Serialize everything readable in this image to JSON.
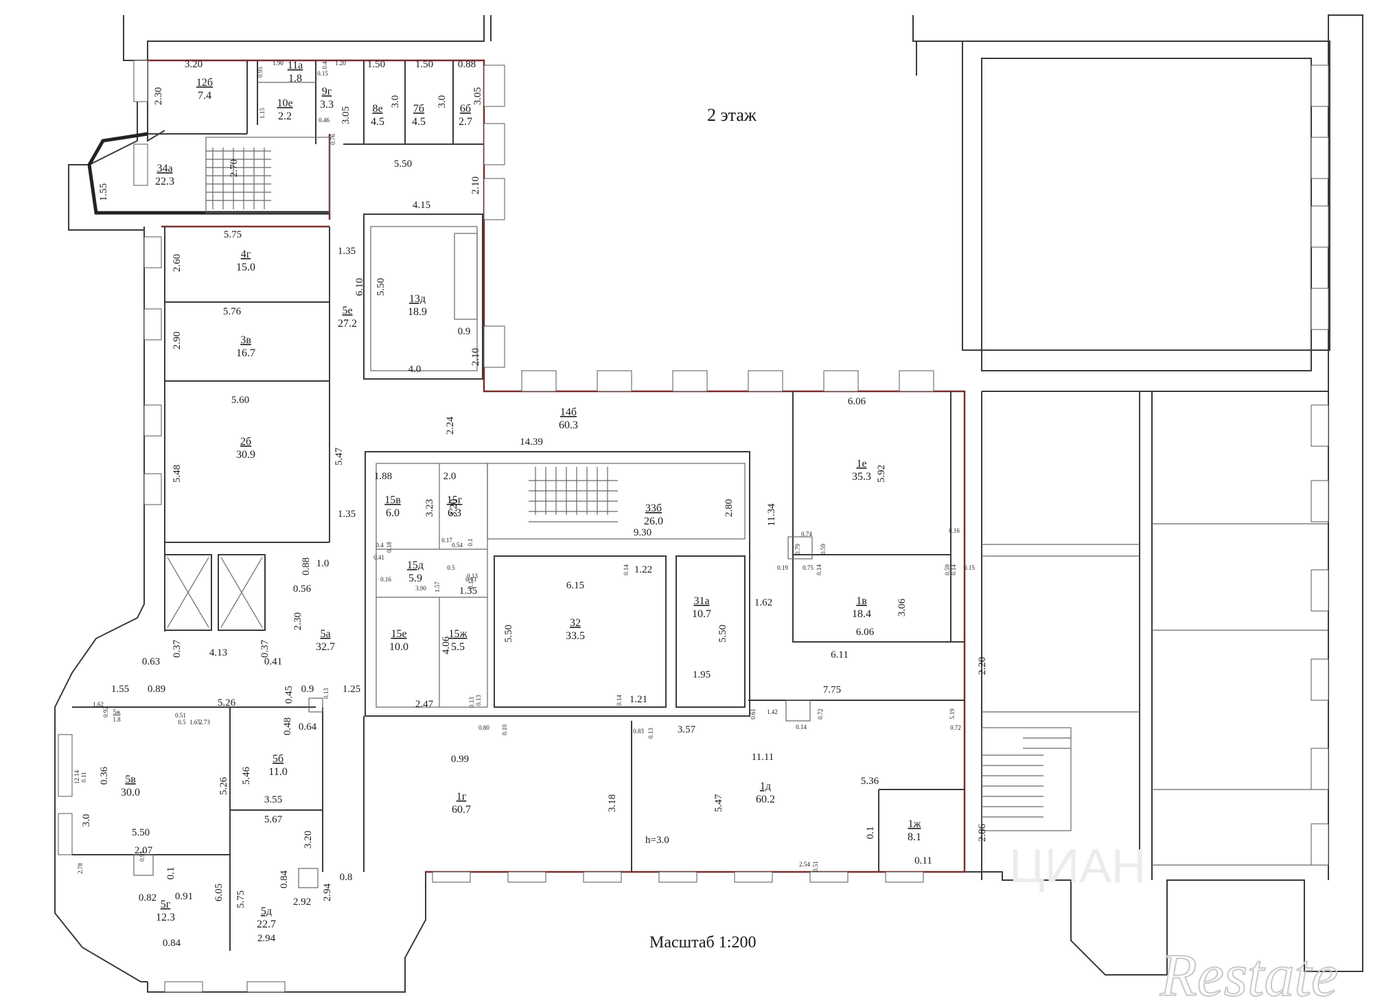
{
  "floor_label": "2 этаж",
  "scale_label": "Масштаб 1:200",
  "height_note": "h=3.0",
  "logo_text": "Restate",
  "watermark_text": "ЦИАН",
  "colors": {
    "wall": "#3a3a3a",
    "unit_outline": "#7a2e2e",
    "background": "#ffffff"
  },
  "rooms": [
    {
      "id": "12б",
      "area": "7.4"
    },
    {
      "id": "11а",
      "area": "1.8"
    },
    {
      "id": "10е",
      "area": "2.2"
    },
    {
      "id": "9г",
      "area": "3.3"
    },
    {
      "id": "8е",
      "area": "4.5"
    },
    {
      "id": "7б",
      "area": "4.5"
    },
    {
      "id": "6б",
      "area": "2.7"
    },
    {
      "id": "34а",
      "area": "22.3"
    },
    {
      "id": "4г",
      "area": "15.0"
    },
    {
      "id": "3в",
      "area": "16.7"
    },
    {
      "id": "2б",
      "area": "30.9"
    },
    {
      "id": "5е",
      "area": "27.2"
    },
    {
      "id": "13д",
      "area": "18.9"
    },
    {
      "id": "14б",
      "area": "60.3"
    },
    {
      "id": "1е",
      "area": "35.3"
    },
    {
      "id": "1в",
      "area": "18.4"
    },
    {
      "id": "15в",
      "area": "6.0"
    },
    {
      "id": "15г",
      "area": "6.3"
    },
    {
      "id": "33б",
      "area": "26.0"
    },
    {
      "id": "15д",
      "area": "5.9"
    },
    {
      "id": "32",
      "area": "33.5"
    },
    {
      "id": "31а",
      "area": "10.7"
    },
    {
      "id": "15е",
      "area": "10.0"
    },
    {
      "id": "15ж",
      "area": "5.5"
    },
    {
      "id": "5а",
      "area": "32.7"
    },
    {
      "id": "5ж",
      "area": "1.8"
    },
    {
      "id": "5в",
      "area": "30.0"
    },
    {
      "id": "5б",
      "area": "11.0"
    },
    {
      "id": "1г",
      "area": "60.7"
    },
    {
      "id": "1д",
      "area": "60.2"
    },
    {
      "id": "1ж",
      "area": "8.1"
    },
    {
      "id": "5г",
      "area": "12.3"
    },
    {
      "id": "5д",
      "area": "22.7"
    }
  ],
  "dimensions": [
    "3.20",
    "2.30",
    "1.90",
    "0.95",
    "1.15",
    "0.4",
    "0.15",
    "1.20",
    "0.46",
    "3.05",
    "1.50",
    "3.0",
    "1.50",
    "3.0",
    "0.88",
    "3.05",
    "0.76",
    "1.55",
    "2.70",
    "5.50",
    "2.10",
    "4.15",
    "5.75",
    "2.60",
    "1.35",
    "6.10",
    "5.50",
    "5.76",
    "2.90",
    "0.9",
    "2.10",
    "4.0",
    "5.60",
    "5.48",
    "5.47",
    "2.24",
    "14.39",
    "6.06",
    "11.34",
    "5.92",
    "1.88",
    "2.0",
    "3.23",
    "3.20",
    "9.30",
    "2.80",
    "1.35",
    "0.88",
    "1.0",
    "0.56",
    "0.4",
    "0.18",
    "0.17",
    "0.54",
    "0.1",
    "0.41",
    "0.16",
    "0.13",
    "1.57",
    "0.5",
    "0.13",
    "0.13",
    "3.90",
    "0.14",
    "1.22",
    "6.15",
    "0.74",
    "0.79",
    "0.59",
    "0.16",
    "0.19",
    "0.75",
    "0.14",
    "0.59",
    "0.14",
    "0.15",
    "2.30",
    "1.35",
    "5.50",
    "5.50",
    "1.62",
    "3.06",
    "6.06",
    "4.06",
    "4.13",
    "0.37",
    "0.37",
    "0.41",
    "0.63",
    "6.11",
    "2.20",
    "1.55",
    "0.89",
    "5.26",
    "0.45",
    "0.9",
    "0.13",
    "1.25",
    "2.47",
    "0.13",
    "0.13",
    "0.14",
    "1.21",
    "1.95",
    "7.75",
    "1.62",
    "0.92",
    "0.51",
    "0.5",
    "1.65",
    "2.73",
    "0.48",
    "0.64",
    "0.80",
    "0.10",
    "0.83",
    "0.13",
    "3.57",
    "0.61",
    "1.42",
    "0.72",
    "5.19",
    "0.72",
    "0.14",
    "0.99",
    "11.11",
    "12.14",
    "0.11",
    "0.36",
    "5.26",
    "5.46",
    "3.55",
    "3.18",
    "5.47",
    "5.36",
    "3.0",
    "5.50",
    "5.67",
    "3.20",
    "2.07",
    "0.91",
    "0.1",
    "2.86",
    "2.78",
    "0.1",
    "0.84",
    "0.82",
    "0.91",
    "5.75",
    "6.05",
    "2.94",
    "0.8",
    "2.54",
    "0.51",
    "0.11",
    "2.92",
    "0.84",
    "2.94",
    "2.92"
  ]
}
